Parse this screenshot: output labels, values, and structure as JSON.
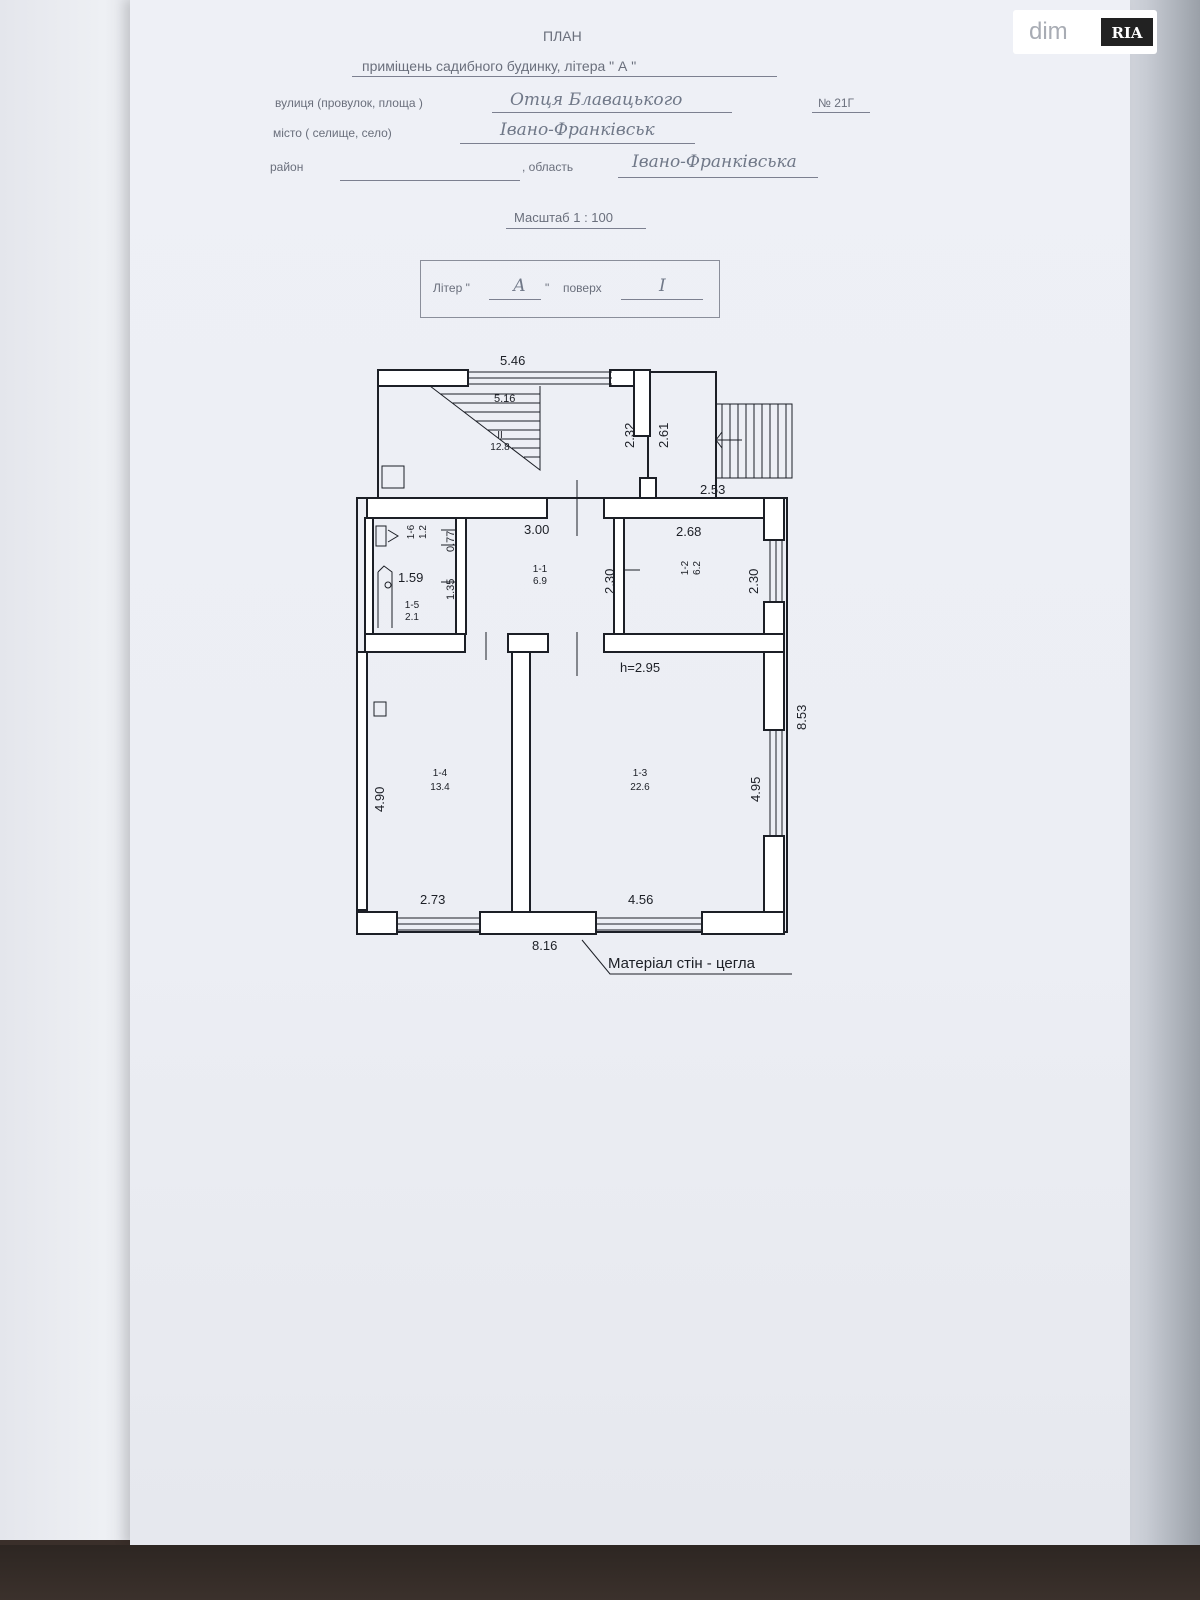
{
  "logo": {
    "dim": "dim",
    "ria": "RIA"
  },
  "document": {
    "title": "ПЛАН",
    "subtitle": "приміщень садибного будинку, літера \" А \"",
    "street_label": "вулиця (провулок, площа )",
    "street_value": "Отця Блавацького",
    "number": "№ 21Г",
    "city_label": "місто ( селище, село)",
    "city_value": "Івано-Франківськ",
    "district_label": "район",
    "district_value": "",
    "oblast_label": ", область",
    "oblast_value": "Івано-Франківська",
    "scale": "Масштаб 1 : 100",
    "liter_label": "Літер \"",
    "liter_value": "А",
    "liter_quote": "\"",
    "floor_label": "поверх",
    "floor_value": "I"
  },
  "plan": {
    "dims": {
      "top_width": "5.46",
      "stair_width": "5.16",
      "porch_wall_a": "2.32",
      "porch_wall_b": "2.61",
      "porch_width": "2.53",
      "hall_width": "3.00",
      "room12_width": "2.68",
      "wc_height": "0.77",
      "bath_width": "1.59",
      "bath_height": "1.35",
      "hall_height": "2.30",
      "room12_height": "2.30",
      "ceiling_height": "h=2.95",
      "total_depth": "8.53",
      "room13_height": "4.95",
      "room14_height": "4.90",
      "room14_width": "2.73",
      "room13_width": "4.56",
      "total_width": "8.16"
    },
    "rooms": [
      {
        "id": "II",
        "area": "12.8"
      },
      {
        "id": "1-6",
        "area": "1.2"
      },
      {
        "id": "1-5",
        "area": "2.1"
      },
      {
        "id": "1-1",
        "area": "6.9"
      },
      {
        "id": "1-2",
        "area": "6.2"
      },
      {
        "id": "1-4",
        "area": "13.4"
      },
      {
        "id": "1-3",
        "area": "22.6"
      }
    ],
    "material": "Матеріал стін - цегла"
  }
}
